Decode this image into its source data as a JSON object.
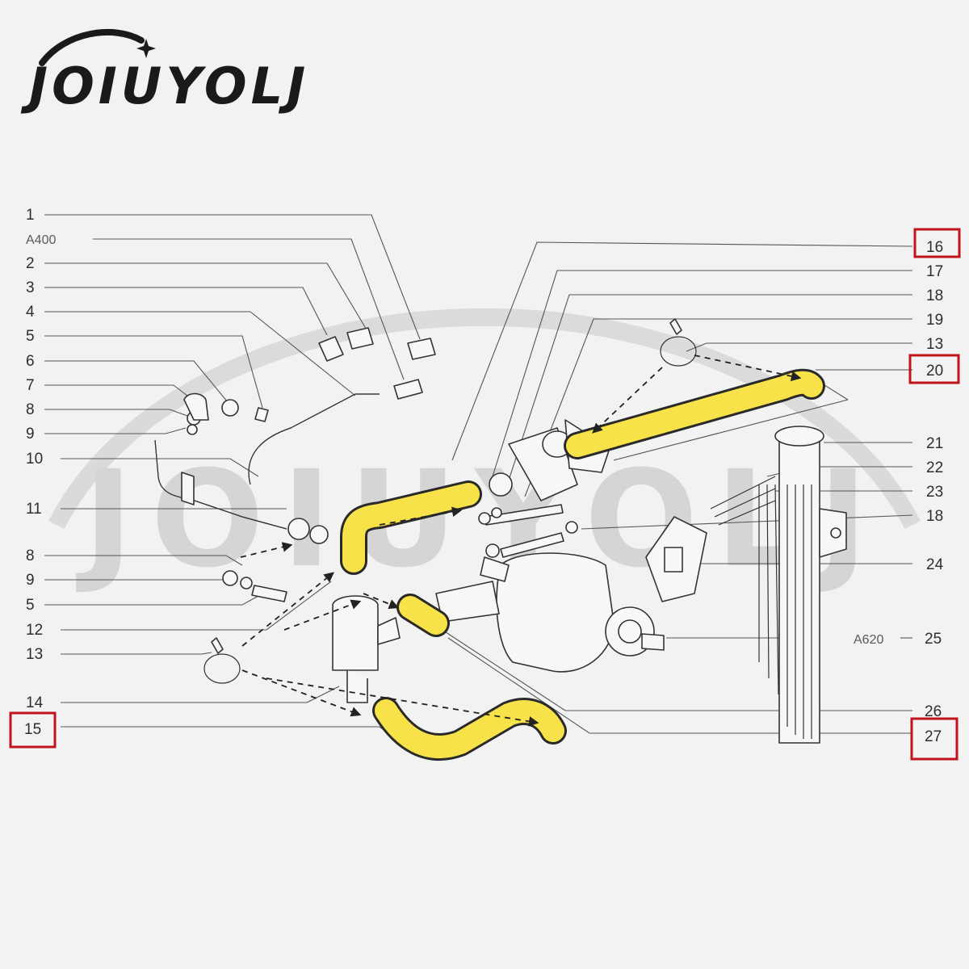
{
  "brand": {
    "name": "JOIUYOLJ",
    "watermark": "JOIUYOLJ"
  },
  "colors": {
    "hose_highlight": "#f7e24a",
    "callout_box": "#c0141c",
    "line": "#333333",
    "background": "#f2f2f2"
  },
  "diagram": {
    "left_callouts": [
      "1",
      "A400",
      "2",
      "3",
      "4",
      "5",
      "6",
      "7",
      "8",
      "9",
      "10",
      "11",
      "8",
      "9",
      "5",
      "12",
      "13",
      "14",
      "15"
    ],
    "right_callouts": [
      "16",
      "17",
      "18",
      "19",
      "13",
      "20",
      "21",
      "22",
      "23",
      "18",
      "24",
      "25",
      "26",
      "27"
    ],
    "inline_label": "A620",
    "highlighted_callouts": [
      "15",
      "16",
      "20",
      "27"
    ]
  }
}
